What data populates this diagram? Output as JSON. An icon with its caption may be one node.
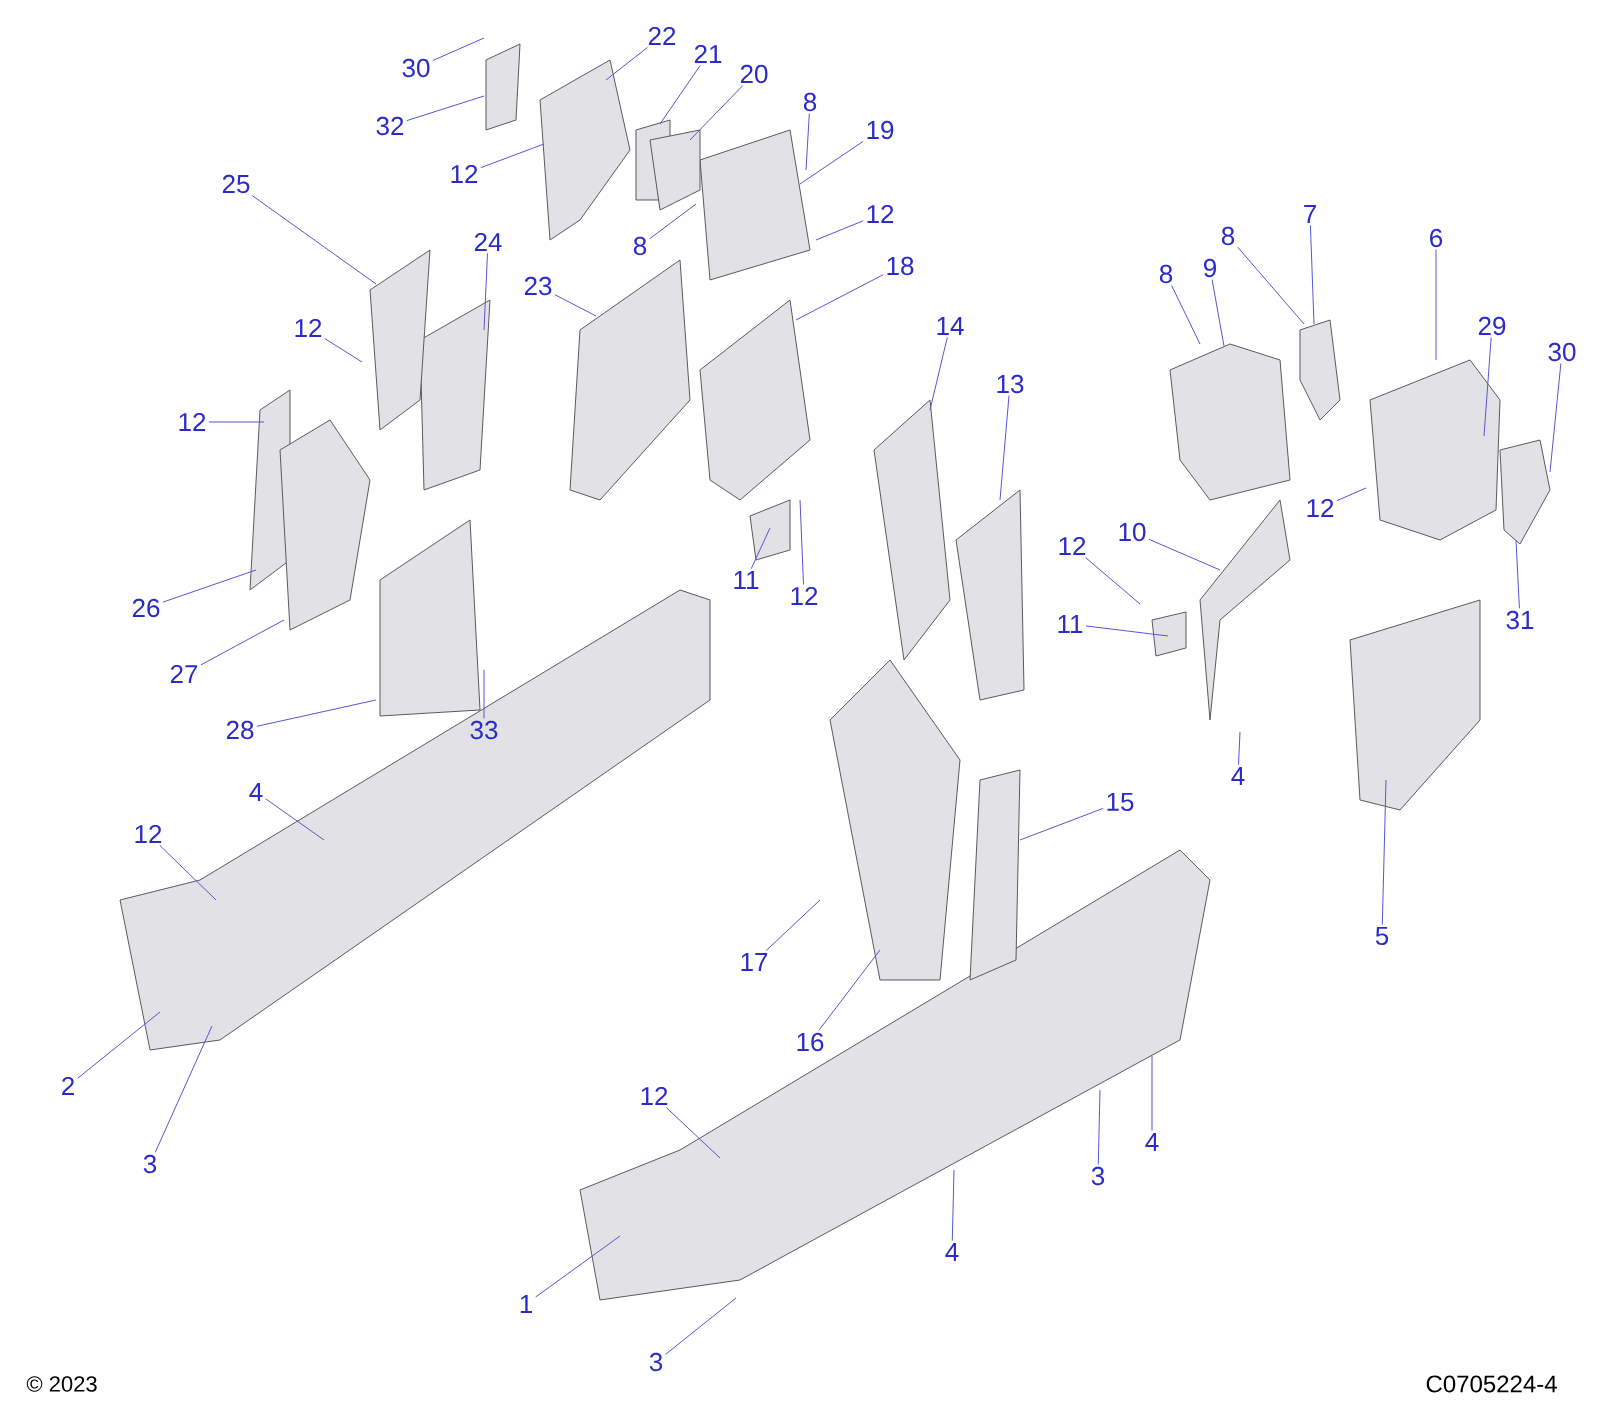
{
  "diagram": {
    "nodes": [
      {
        "text": [
          "30"
        ]
      },
      {
        "text": [
          "32"
        ]
      },
      {
        "text": [
          "22"
        ]
      },
      {
        "text": [
          "21"
        ]
      },
      {
        "text": [
          "20"
        ]
      },
      {
        "text": [
          "12"
        ]
      },
      {
        "text": [
          "8"
        ]
      },
      {
        "text": [
          "19"
        ]
      },
      {
        "text": [
          "8"
        ]
      },
      {
        "text": [
          "25"
        ]
      },
      {
        "text": [
          "24"
        ]
      },
      {
        "text": [
          "12"
        ]
      },
      {
        "text": [
          "23"
        ]
      },
      {
        "text": [
          "18"
        ]
      },
      {
        "text": [
          "12"
        ]
      },
      {
        "text": [
          "12"
        ]
      },
      {
        "text": [
          "14"
        ]
      },
      {
        "text": [
          "13"
        ]
      },
      {
        "text": [
          "8"
        ]
      },
      {
        "text": [
          "9"
        ]
      },
      {
        "text": [
          "8"
        ]
      },
      {
        "text": [
          "7"
        ]
      },
      {
        "text": [
          "6"
        ]
      },
      {
        "text": [
          "29"
        ]
      },
      {
        "text": [
          "30"
        ]
      },
      {
        "text": [
          "12"
        ]
      },
      {
        "text": [
          "12"
        ]
      },
      {
        "text": [
          "10"
        ]
      },
      {
        "text": [
          "11"
        ]
      },
      {
        "text": [
          "11"
        ]
      },
      {
        "text": [
          "12"
        ]
      },
      {
        "text": [
          "31"
        ]
      },
      {
        "text": [
          "26"
        ]
      },
      {
        "text": [
          "27"
        ]
      },
      {
        "text": [
          "28"
        ]
      },
      {
        "text": [
          "33"
        ]
      },
      {
        "text": [
          "4"
        ]
      },
      {
        "text": [
          "12"
        ]
      },
      {
        "text": [
          "2"
        ]
      },
      {
        "text": [
          "3"
        ]
      },
      {
        "text": [
          "17"
        ]
      },
      {
        "text": [
          "16"
        ]
      },
      {
        "text": [
          "15"
        ]
      },
      {
        "text": [
          "5"
        ]
      },
      {
        "text": [
          "4"
        ]
      },
      {
        "text": [
          "3"
        ]
      },
      {
        "text": [
          "4"
        ]
      },
      {
        "text": [
          "12"
        ]
      },
      {
        "text": [
          "1"
        ]
      },
      {
        "text": [
          "4"
        ]
      },
      {
        "text": [
          "3"
        ]
      }
    ],
    "edges": [
      {
        "from": 0,
        "to": null,
        "arrow": "none"
      },
      {
        "from": 1,
        "to": null,
        "arrow": "none"
      },
      {
        "from": 2,
        "to": null,
        "arrow": "none"
      },
      {
        "from": 3,
        "to": null,
        "arrow": "none"
      },
      {
        "from": 4,
        "to": null,
        "arrow": "none"
      },
      {
        "from": 5,
        "to": null,
        "arrow": "none"
      },
      {
        "from": 6,
        "to": null,
        "arrow": "none"
      },
      {
        "from": 7,
        "to": null,
        "arrow": "none"
      },
      {
        "from": 8,
        "to": null,
        "arrow": "none"
      },
      {
        "from": 9,
        "to": null,
        "arrow": "none"
      },
      {
        "from": 10,
        "to": null,
        "arrow": "none"
      },
      {
        "from": 11,
        "to": null,
        "arrow": "none"
      },
      {
        "from": 12,
        "to": null,
        "arrow": "none"
      },
      {
        "from": 13,
        "to": null,
        "arrow": "none"
      },
      {
        "from": 14,
        "to": null,
        "arrow": "none"
      },
      {
        "from": 15,
        "to": null,
        "arrow": "none"
      },
      {
        "from": 16,
        "to": null,
        "arrow": "none"
      },
      {
        "from": 17,
        "to": null,
        "arrow": "none"
      },
      {
        "from": 18,
        "to": null,
        "arrow": "none"
      },
      {
        "from": 19,
        "to": null,
        "arrow": "none"
      },
      {
        "from": 20,
        "to": null,
        "arrow": "none"
      },
      {
        "from": 21,
        "to": null,
        "arrow": "none"
      },
      {
        "from": 22,
        "to": null,
        "arrow": "none"
      },
      {
        "from": 23,
        "to": null,
        "arrow": "none"
      },
      {
        "from": 24,
        "to": null,
        "arrow": "none"
      },
      {
        "from": 25,
        "to": null,
        "arrow": "none"
      },
      {
        "from": 26,
        "to": null,
        "arrow": "none"
      },
      {
        "from": 27,
        "to": null,
        "arrow": "none"
      },
      {
        "from": 28,
        "to": null,
        "arrow": "none"
      },
      {
        "from": 29,
        "to": null,
        "arrow": "none"
      },
      {
        "from": 30,
        "to": null,
        "arrow": "none"
      },
      {
        "from": 31,
        "to": null,
        "arrow": "none"
      },
      {
        "from": 32,
        "to": null,
        "arrow": "none"
      },
      {
        "from": 33,
        "to": null,
        "arrow": "none"
      },
      {
        "from": 34,
        "to": null,
        "arrow": "none"
      },
      {
        "from": 35,
        "to": null,
        "arrow": "none"
      },
      {
        "from": 36,
        "to": null,
        "arrow": "none"
      },
      {
        "from": 37,
        "to": null,
        "arrow": "none"
      },
      {
        "from": 38,
        "to": null,
        "arrow": "none"
      },
      {
        "from": 39,
        "to": null,
        "arrow": "none"
      },
      {
        "from": 40,
        "to": null,
        "arrow": "none"
      },
      {
        "from": 41,
        "to": null,
        "arrow": "none"
      },
      {
        "from": 42,
        "to": null,
        "arrow": "none"
      },
      {
        "from": 43,
        "to": null,
        "arrow": "none"
      },
      {
        "from": 44,
        "to": null,
        "arrow": "none"
      },
      {
        "from": 45,
        "to": null,
        "arrow": "none"
      },
      {
        "from": 46,
        "to": null,
        "arrow": "none"
      },
      {
        "from": 47,
        "to": null,
        "arrow": "none"
      },
      {
        "from": 48,
        "to": null,
        "arrow": "none"
      },
      {
        "from": 49,
        "to": null,
        "arrow": "none"
      },
      {
        "from": 50,
        "to": null,
        "arrow": "none"
      }
    ],
    "labels": [
      "© 2023",
      "C0705224-4"
    ]
  }
}
